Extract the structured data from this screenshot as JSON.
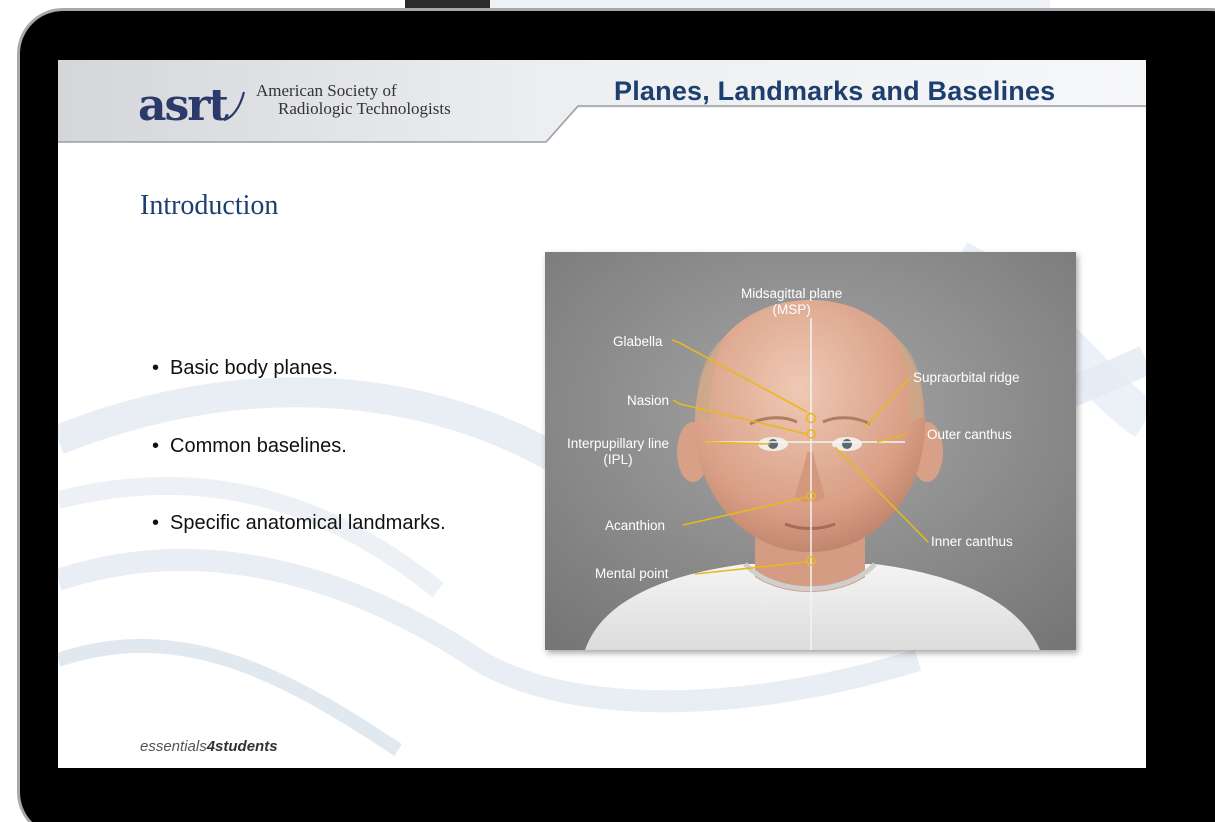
{
  "slide": {
    "logo_text": "asrt",
    "org_name_line1": "American Society of",
    "org_name_line2": "Radiologic Technologists",
    "title": "Planes, Landmarks and Baselines",
    "section_heading": "Introduction",
    "bullets": [
      "Basic body planes.",
      "Common baselines.",
      "Specific anatomical landmarks."
    ],
    "footer_prefix": "essentials",
    "footer_bold": "4students"
  },
  "figure": {
    "labels": {
      "msp_line1": "Midsagittal plane",
      "msp_line2": "(MSP)",
      "glabella": "Glabella",
      "nasion": "Nasion",
      "ipl_line1": "Interpupillary line",
      "ipl_line2": "(IPL)",
      "acanthion": "Acanthion",
      "mental_point": "Mental point",
      "supraorbital_ridge": "Supraorbital ridge",
      "outer_canthus": "Outer canthus",
      "inner_canthus": "Inner canthus"
    },
    "annotation_color": "#e8b81e"
  }
}
